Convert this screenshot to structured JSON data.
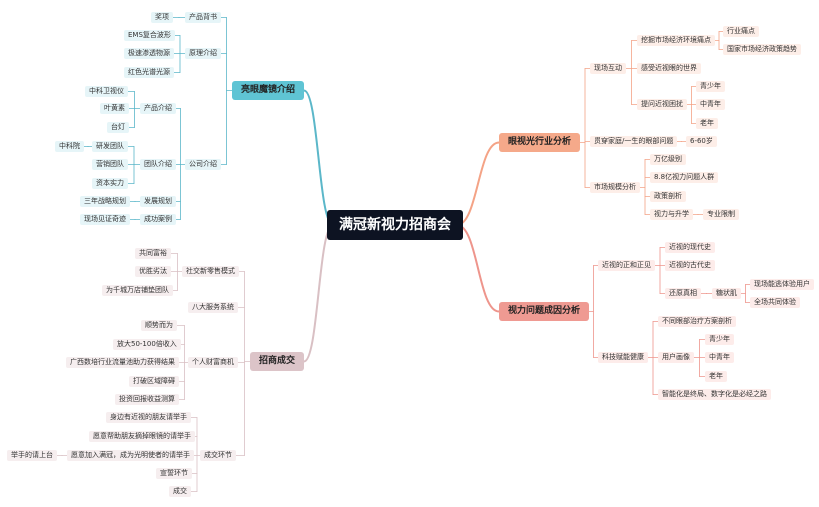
{
  "center": "满冠新视力招商会",
  "colors": {
    "blue": "#5bb7c9",
    "orange": "#f4a386",
    "red": "#ee958c",
    "mauve": "#d9c0c4"
  },
  "branches": {
    "magic": {
      "label": "亮眼魔镜介绍",
      "product_bg": "产品背书",
      "award": "奖项",
      "principle": "原理介绍",
      "ems": "EMS复合波形",
      "fast": "极速渗透物源",
      "red_light": "红色光谱光源",
      "company": "公司介绍",
      "products": "产品介绍",
      "p1": "中科卫视仪",
      "p2": "叶黄素",
      "p3": "台灯",
      "team": "团队介绍",
      "lab": "中科院",
      "t1": "研发团队",
      "t2": "营销团队",
      "t3": "资本实力",
      "plan": "发展规划",
      "plan1": "三年战略规划",
      "cases": "成功案例",
      "cases1": "现场见证奇迹"
    },
    "industry": {
      "label": "眼视光行业分析",
      "interact": "现场互动",
      "i1": "挖掘市场经济环境痛点",
      "i1a": "行业痛点",
      "i1b": "国家市场经济政策趋势",
      "i2": "感受近视眼的世界",
      "i3": "提问近视困扰",
      "i3a": "青少年",
      "i3b": "中青年",
      "i3c": "老年",
      "lifelong": "贯穿家庭/一生的眼部问题",
      "age": "6-60岁",
      "market": "市场规模分析",
      "m1": "万亿级别",
      "m2": "8.8亿视力问题人群",
      "m3": "政策剖析",
      "m4": "视力与升学",
      "m4a": "专业限制"
    },
    "cause": {
      "label": "视力问题成因分析",
      "know": "近视的正和正见",
      "k1": "近视的现代史",
      "k2": "近视的古代史",
      "k3": "还原真相",
      "k3a": "糖状肌",
      "k3a1": "现场能逃体验用户",
      "k3a2": "全场共同体验",
      "tech": "科技赋能健康",
      "c1": "不同眼部治疗方案剖析",
      "c2": "用户画像",
      "c2a": "青少年",
      "c2b": "中青年",
      "c2c": "老年",
      "c3": "智能化是终局、数字化是必经之路"
    },
    "deal": {
      "label": "招商成交",
      "social": "社交新零售模式",
      "s1": "共同富裕",
      "s2": "优胜劣汰",
      "s3": "为千城万店铺垫团队",
      "eight": "八大服务系统",
      "wealth": "个人财富商机",
      "w1": "顺势而为",
      "w2": "放大50-100倍收入",
      "w3": "广西数培行业流量池助力获得结果",
      "w4": "打破区域障碍",
      "w5": "投资回报收益测算",
      "close": "成交环节",
      "d1": "身边有近视的朋友请举手",
      "d2": "愿意帮助朋友摘掉眼镜的请举手",
      "d3": "愿意加入满冠，成为光明使者的请举手",
      "d3a": "举手的请上台",
      "d4": "宣誓环节",
      "d5": "成交"
    }
  }
}
